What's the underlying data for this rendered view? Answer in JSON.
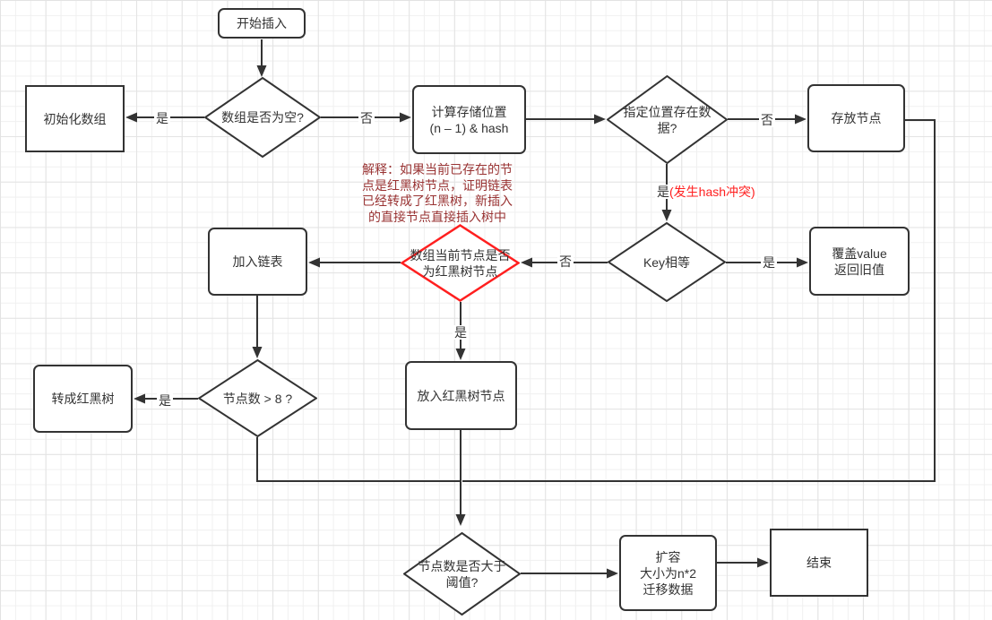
{
  "colors": {
    "shape_stroke": "#333333",
    "highlight_red": "#ff1f1f",
    "annotation_red": "#993333",
    "grid_line": "#e8e8e8",
    "background": "#ffffff"
  },
  "nodes": {
    "start": {
      "label": "开始插入"
    },
    "is_array_empty": {
      "label": "数组是否为空?"
    },
    "init_array": {
      "label": "初始化数组"
    },
    "calc_position": {
      "label": "计算存储位置\n(n – 1) & hash"
    },
    "position_has_data": {
      "label": "指定位置存在数\n据?"
    },
    "store_node": {
      "label": "存放节点"
    },
    "key_equal": {
      "label": "Key相等"
    },
    "override_value": {
      "label": "覆盖value\n返回旧值"
    },
    "is_rbtree_node": {
      "label": "数组当前节点是否\n为红黑树节点"
    },
    "add_to_list": {
      "label": "加入链表"
    },
    "put_rbtree_node": {
      "label": "放入红黑树节点"
    },
    "count_gt_8": {
      "label": "节点数 > 8 ?"
    },
    "to_rbtree": {
      "label": "转成红黑树"
    },
    "count_gt_threshold": {
      "label": "节点数是否大于\n阈值?"
    },
    "resize": {
      "label": "扩容\n大小为n*2\n迁移数据"
    },
    "end": {
      "label": "结束"
    }
  },
  "edge_labels": {
    "empty_yes": "是",
    "empty_no": "否",
    "posdata_no": "否",
    "posdata_yes": "是",
    "posdata_yes_note": "(发生hash冲突)",
    "keyeq_no": "否",
    "keyeq_yes": "是",
    "isrb_yes": "是",
    "gt8_yes": "是"
  },
  "annotation": {
    "text": "解释：如果当前已存在的节\n点是红黑树节点，证明链表\n已经转成了红黑树，新插入\n的直接节点直接插入树中"
  }
}
